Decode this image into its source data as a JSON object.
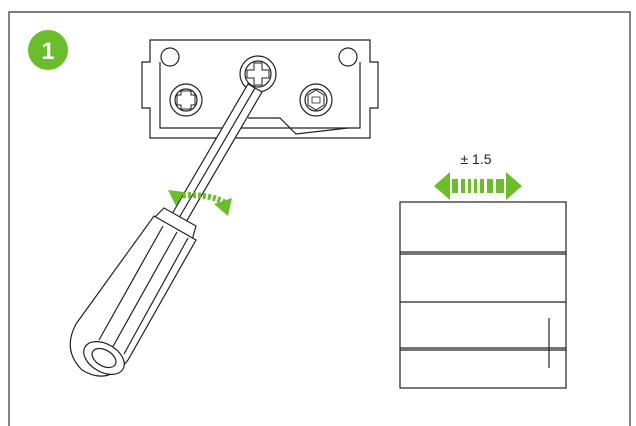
{
  "step": {
    "number": "1"
  },
  "adjustment": {
    "tolerance_label": "± 1.5"
  },
  "colors": {
    "accent_green": "#6cbd2c",
    "line": "#222222",
    "frame": "#333333",
    "background": "#ffffff"
  },
  "icons": {
    "step_badge": "step-number-badge",
    "rotate": "rotate-arrows-icon",
    "adjust": "double-arrow-icon",
    "tool": "screwdriver-icon"
  }
}
